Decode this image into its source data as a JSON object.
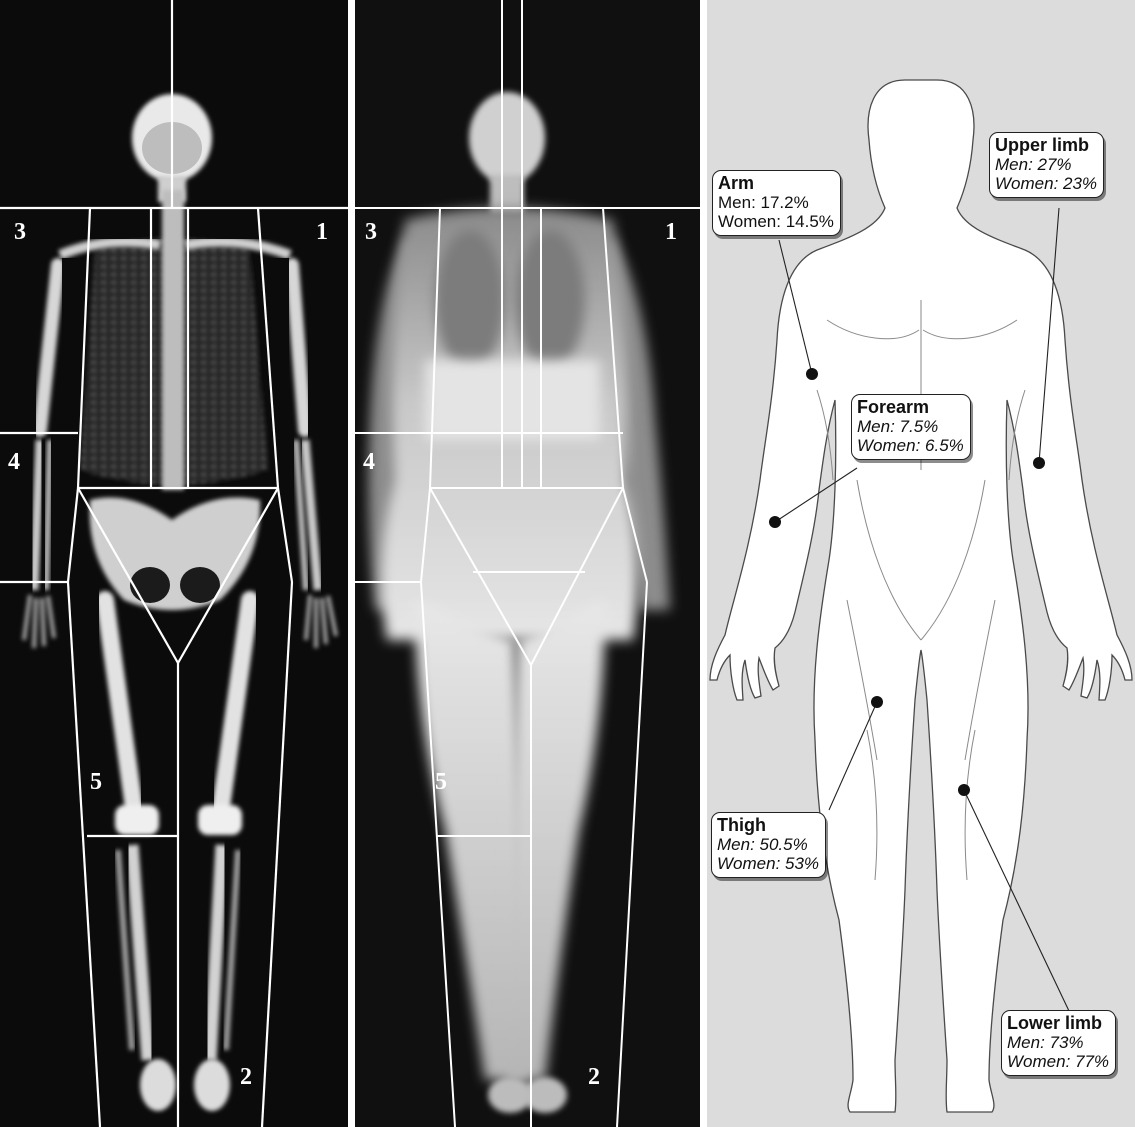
{
  "colors": {
    "xray_background": "#0b0b0b",
    "illustration_background": "#dcdcdc",
    "region_line": "#ffffff",
    "callout_border": "#222222"
  },
  "bone_scan": {
    "labels": {
      "region_1": "1",
      "region_2": "2",
      "region_3": "3",
      "region_4": "4",
      "region_5": "5"
    }
  },
  "body_scan": {
    "labels": {
      "region_1": "1",
      "region_2": "2",
      "region_3": "3",
      "region_4": "4",
      "region_5": "5"
    }
  },
  "illustration": {
    "callouts": {
      "arm": {
        "title": "Arm",
        "men": "Men: 17.2%",
        "women": "Women: 14.5%"
      },
      "upper_limb": {
        "title": "Upper limb",
        "men": "Men: 27%",
        "women": "Women: 23%"
      },
      "forearm": {
        "title": "Forearm",
        "men": "Men: 7.5%",
        "women": "Women:  6.5%"
      },
      "thigh": {
        "title": "Thigh",
        "men": "Men: 50.5%",
        "women": "Women: 53%"
      },
      "lower_limb": {
        "title": "Lower limb",
        "men": "Men: 73%",
        "women": "Women: 77%"
      }
    }
  }
}
